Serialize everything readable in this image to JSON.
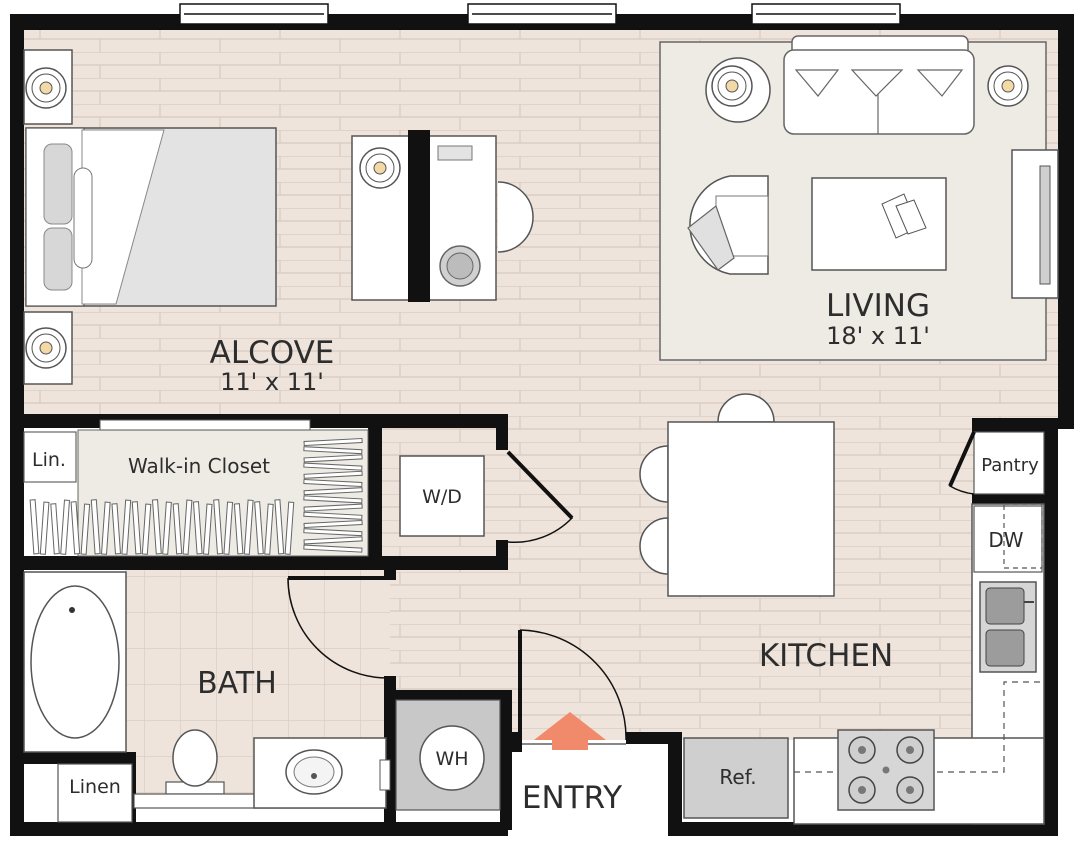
{
  "rooms": {
    "alcove": {
      "name": "ALCOVE",
      "size": "11' x 11'"
    },
    "living": {
      "name": "LIVING",
      "size": "18' x 11'"
    },
    "kitchen": {
      "name": "KITCHEN"
    },
    "bath": {
      "name": "BATH"
    },
    "entry": {
      "name": "ENTRY"
    }
  },
  "fixtures": {
    "walk_in_closet": "Walk-in Closet",
    "linen_closet_small": "Lin.",
    "linen_closet_bath": "Linen",
    "washer_dryer": "W/D",
    "pantry": "Pantry",
    "dishwasher": "DW",
    "water_heater": "WH",
    "refrigerator": "Ref."
  },
  "colors": {
    "wall": "#111111",
    "floor": "#eee4dc",
    "plank_line": "#d9cbbf",
    "rug": "#eeebe4",
    "furniture": "#ffffff",
    "bed_cover": "#d9d9d9",
    "appliance": "#cfcfcf",
    "entry_arrow": "#f08a6a"
  }
}
